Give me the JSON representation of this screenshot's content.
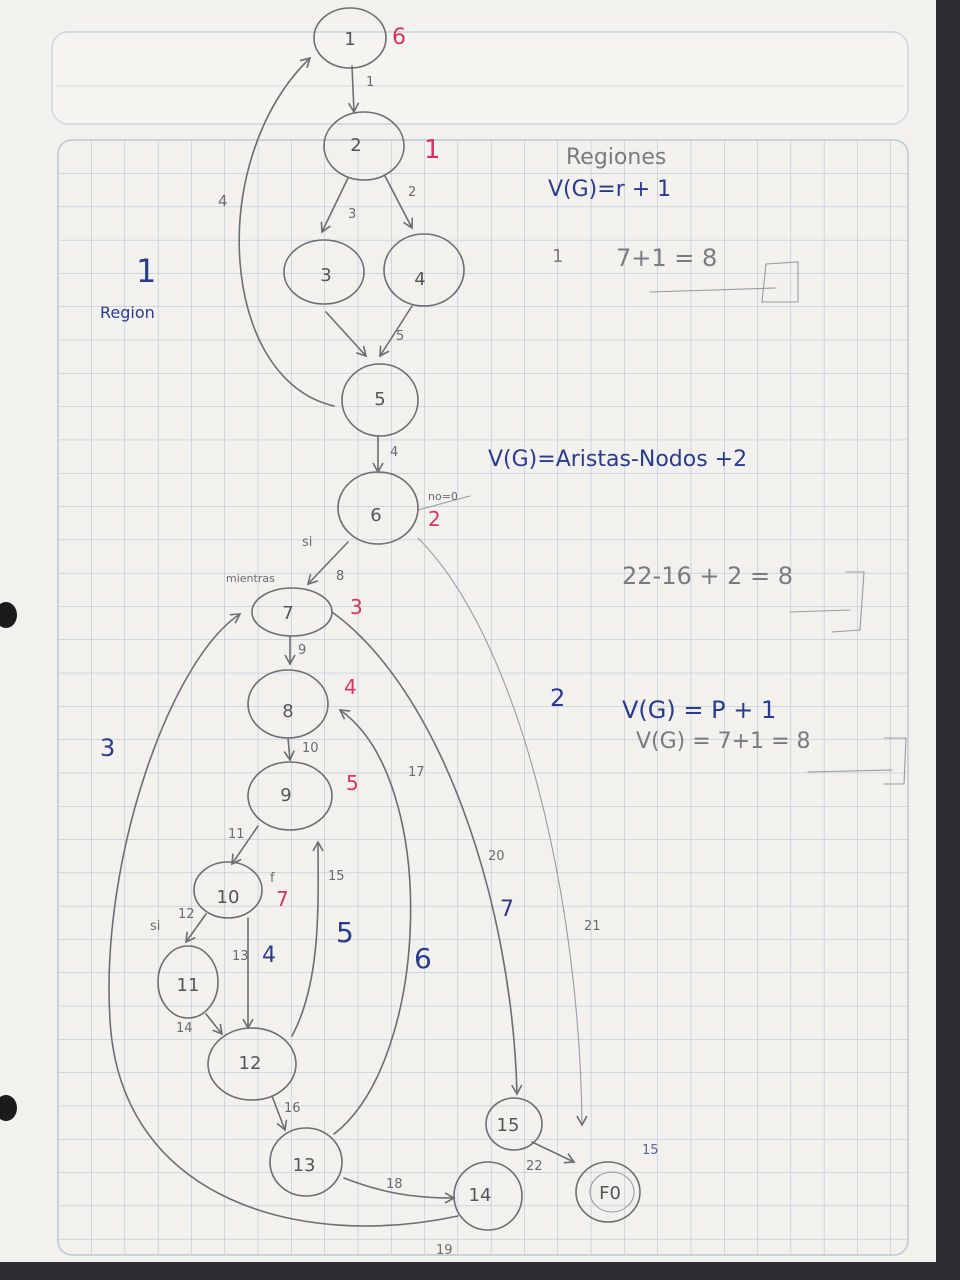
{
  "nodes": [
    {
      "id": "1",
      "label": "1"
    },
    {
      "id": "2",
      "label": "2"
    },
    {
      "id": "3",
      "label": "3"
    },
    {
      "id": "4",
      "label": "4"
    },
    {
      "id": "5",
      "label": "5"
    },
    {
      "id": "6",
      "label": "6"
    },
    {
      "id": "7",
      "label": "7"
    },
    {
      "id": "8",
      "label": "8"
    },
    {
      "id": "9",
      "label": "9"
    },
    {
      "id": "10",
      "label": "10"
    },
    {
      "id": "11",
      "label": "11"
    },
    {
      "id": "12",
      "label": "12"
    },
    {
      "id": "13",
      "label": "13"
    },
    {
      "id": "14",
      "label": "14"
    },
    {
      "id": "15",
      "label": "15"
    },
    {
      "id": "fin",
      "label": "F0"
    }
  ],
  "edge_labels": [
    "1",
    "3",
    "2",
    "4",
    "5",
    "4",
    "8",
    "9",
    "10",
    "11",
    "12",
    "13",
    "14",
    "15",
    "16",
    "17",
    "18",
    "19",
    "20",
    "21",
    "22"
  ],
  "branch_labels": {
    "si_6": "si",
    "mientras": "mientras",
    "si_10": "si",
    "f_10": "f",
    "n_6": "no=0"
  },
  "node_marks": {
    "n1": "6",
    "n2": "1",
    "n6": "2",
    "n7": "3",
    "n8": "4",
    "n9": "5",
    "n10": "7"
  },
  "region_marks": {
    "r1": "1",
    "r1_word": "Region",
    "r3": "3",
    "r4": "4",
    "r5": "5",
    "r6": "6",
    "r7": "7",
    "r2": "2",
    "r_15": "15"
  },
  "notes": {
    "title": "Regiones",
    "formula1": "V(G)=r + 1",
    "label1": "1",
    "calc1": "7+1 = 8",
    "formula2": "V(G)=Aristas-Nodos +2",
    "calc2": "22-16 + 2 = 8",
    "label2": "2",
    "formula3": "V(G) = P + 1",
    "calc3": "V(G) = 7+1 = 8"
  }
}
